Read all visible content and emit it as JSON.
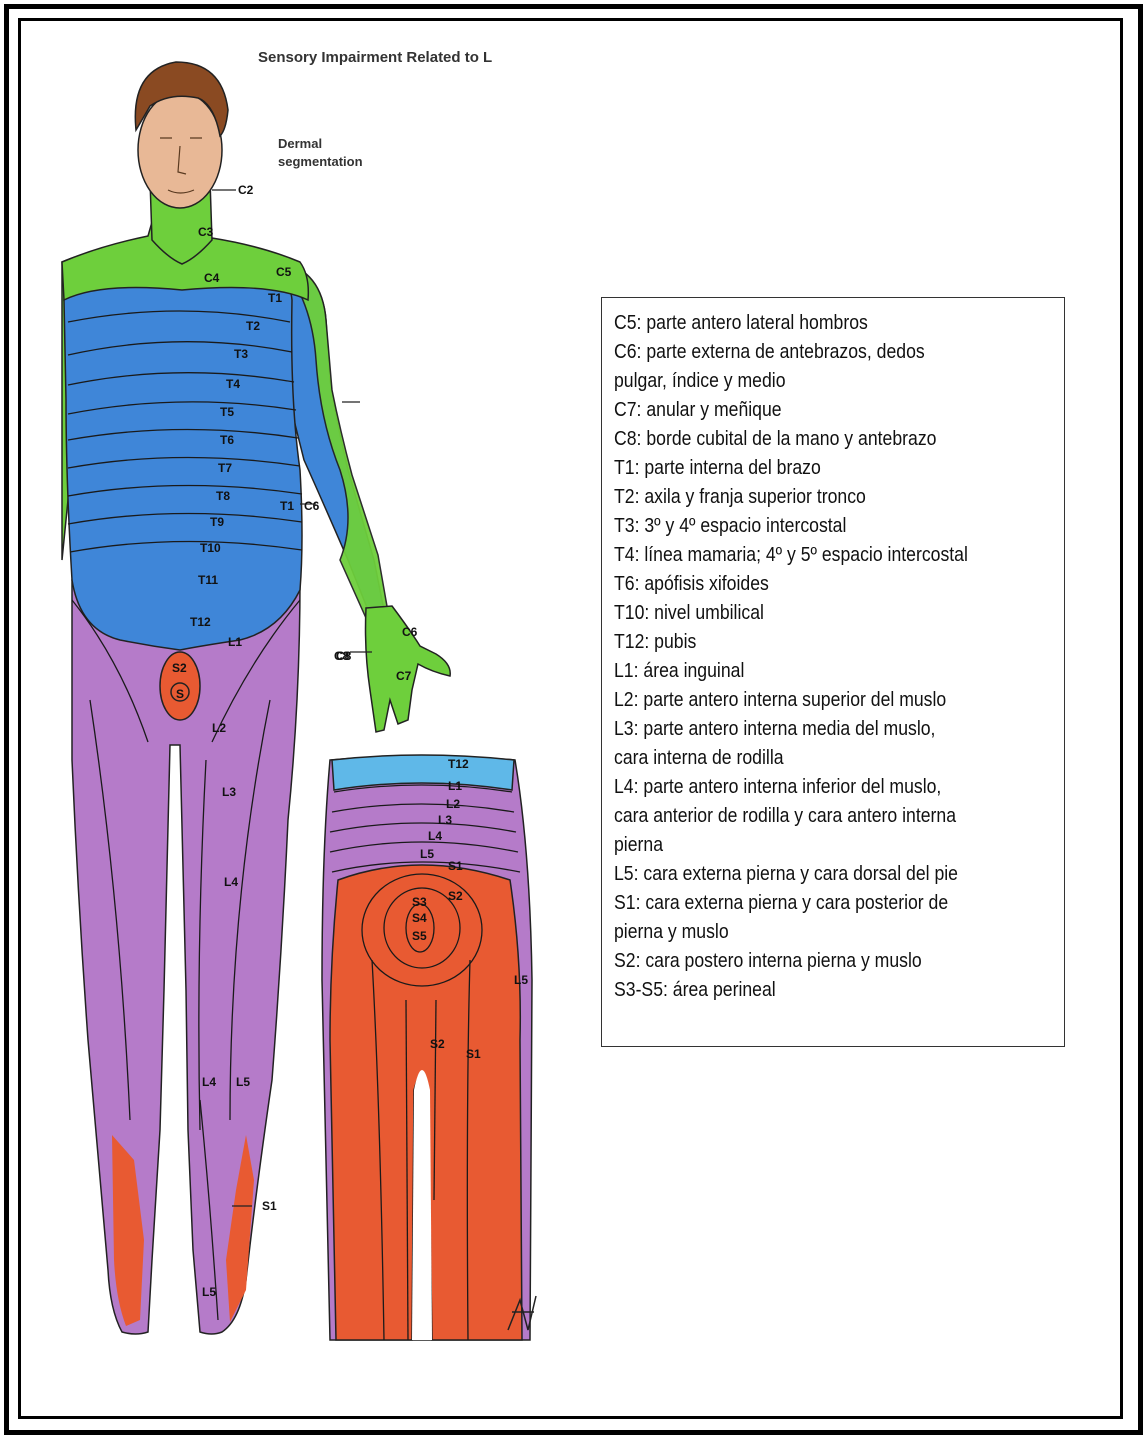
{
  "figure": {
    "header": "Sensory Impairment Related to L",
    "subheader_line1": "Dermal",
    "subheader_line2": "segmentation",
    "colors": {
      "cervical": "#6ecf3c",
      "thoracic": "#3f86d8",
      "lumbar": "#b57bc9",
      "sacral": "#e85a32",
      "skin": "#e8b896",
      "outline": "#222222"
    },
    "front_labels": [
      "C2",
      "C3",
      "C4",
      "C5",
      "T1",
      "T2",
      "T3",
      "T4",
      "T5",
      "T6",
      "T7",
      "T8",
      "T9",
      "T10",
      "T11",
      "T12",
      "L1",
      "S2",
      "S",
      "L2",
      "L3",
      "L4",
      "L4",
      "L5",
      "S1",
      "L5",
      "C6",
      "C8",
      "T1",
      "C6",
      "C8",
      "C7"
    ],
    "back_labels": [
      "T12",
      "L1",
      "L2",
      "L3",
      "L4",
      "L5",
      "S1",
      "S2",
      "S3",
      "S4",
      "S5",
      "S2",
      "S1",
      "L5"
    ]
  },
  "legend": {
    "lines": [
      "C5: parte antero lateral hombros",
      "C6: parte externa de antebrazos, dedos",
      "pulgar, índice y medio",
      "C7: anular y meñique",
      "C8: borde cubital de la mano y antebrazo",
      "T1: parte interna  del brazo",
      "T2: axila y  franja superior tronco",
      "T3: 3º y 4º espacio intercostal",
      "T4: línea mamaria; 4º y 5º espacio intercostal",
      "T6: apófisis xifoides",
      "T10: nivel umbilical",
      "T12: pubis",
      "L1: área inguinal",
      "L2: parte antero interna superior del muslo",
      "L3: parte antero interna media del muslo,",
      "cara interna de rodilla",
      "L4: parte antero interna inferior del muslo,",
      "cara anterior de rodilla y cara antero interna",
      "pierna",
      "L5: cara externa pierna y cara dorsal del pie",
      "S1: cara externa pierna y cara posterior de",
      "pierna y muslo",
      "S2: cara postero interna pierna y muslo",
      "S3-S5: área perineal"
    ]
  }
}
